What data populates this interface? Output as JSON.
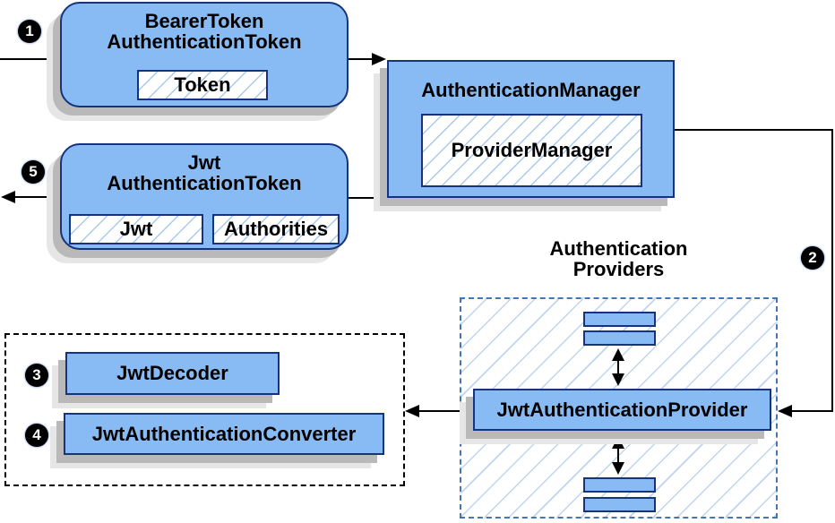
{
  "colors": {
    "box_fill": "#88bbf4",
    "box_border": "#16337d",
    "hatch_line": "#a9c9ee",
    "hatch_line_light": "#bed4ef",
    "dashed_blue": "#4376b2",
    "shadow_dark": "#b9b9b9",
    "shadow_light": "#e6e6e6",
    "arrow": "#000000",
    "step_bg": "#000000",
    "step_fg": "#ffffff"
  },
  "boxes": {
    "bearer": {
      "title1": "BearerToken",
      "title2": "AuthenticationToken",
      "chip": "Token"
    },
    "manager": {
      "title": "AuthenticationManager",
      "chip": "ProviderManager"
    },
    "jwt": {
      "title1": "Jwt",
      "title2": "AuthenticationToken",
      "chip_jwt": "Jwt",
      "chip_authorities": "Authorities"
    },
    "provider": {
      "label": "JwtAuthenticationProvider"
    },
    "decoder": {
      "label": "JwtDecoder"
    },
    "converter": {
      "label": "JwtAuthenticationConverter"
    }
  },
  "group_labels": {
    "providers_line1": "Authentication",
    "providers_line2": "Providers"
  },
  "steps": {
    "one": "1",
    "two": "2",
    "three": "3",
    "four": "4",
    "five": "5"
  }
}
